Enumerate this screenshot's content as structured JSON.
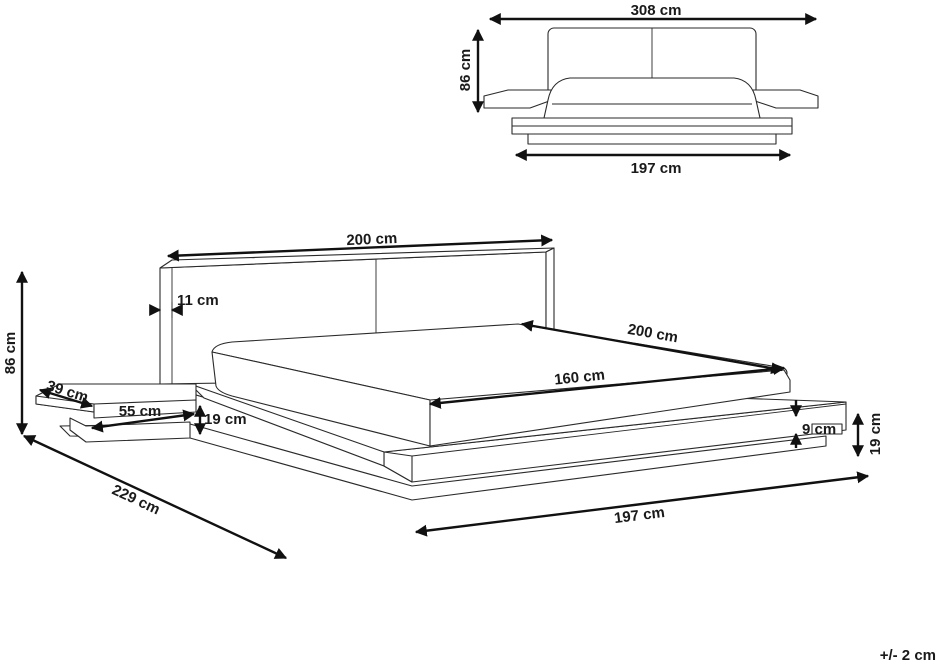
{
  "front_view": {
    "width_top": "308 cm",
    "height": "86 cm",
    "width_bottom": "197 cm"
  },
  "perspective_view": {
    "headboard_width": "200 cm",
    "headboard_thickness": "11 cm",
    "total_height": "86 cm",
    "bed_length": "200 cm",
    "mattress_width": "160 cm",
    "nightstand_depth": "39 cm",
    "nightstand_width": "55 cm",
    "nightstand_height": "19 cm",
    "total_length": "229 cm",
    "frame_width": "197 cm",
    "platform_step": "9 cm",
    "base_height": "19 cm"
  },
  "tolerance": "+/- 2 cm",
  "colors": {
    "line": "#2a2a2a",
    "dimension": "#111111",
    "background": "#ffffff"
  }
}
